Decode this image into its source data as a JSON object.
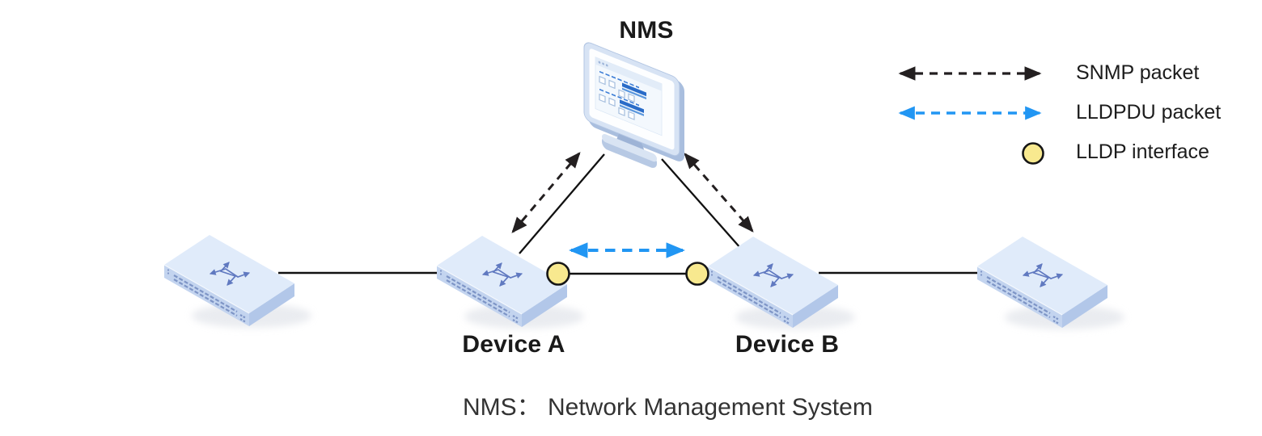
{
  "nms": {
    "label": "NMS"
  },
  "devices": {
    "a": "Device A",
    "b": "Device B"
  },
  "legend": {
    "items": [
      {
        "label": "SNMP packet",
        "symbol": "black-dashed-double-arrow",
        "color": "#231F20"
      },
      {
        "label": "LLDPDU packet",
        "symbol": "blue-dashed-double-arrow",
        "color": "#2196F3"
      },
      {
        "label": "LLDP interface",
        "symbol": "yellow-circle",
        "color": "#F8E98F"
      }
    ]
  },
  "caption": "NMS：  Network Management System",
  "icons": {
    "switch-icon": "isometric box with crossed-arrows glyph",
    "nms-monitor-icon": "tilted monitor with browser window",
    "lldp-interface-icon": "yellow filled circle with black ring",
    "snmp-arrow-icon": "black dashed line, arrowheads both ends",
    "lldpdu-arrow-icon": "blue dashed line, arrowheads both ends"
  },
  "colors": {
    "arrow_black": "#231F20",
    "arrow_blue": "#2196F3",
    "link_line": "#111111",
    "lldp_interface_fill": "#F8E98F",
    "switch_top": "#E0EBFA",
    "switch_front": "#C3D4EF",
    "switch_side": "#B2C7E9",
    "switch_glyph": "#6079C0",
    "monitor_frame": "#D7E3F4",
    "screen_accent": "#2A6CC8",
    "text": "#1A1A1A",
    "caption_text": "#333333"
  }
}
